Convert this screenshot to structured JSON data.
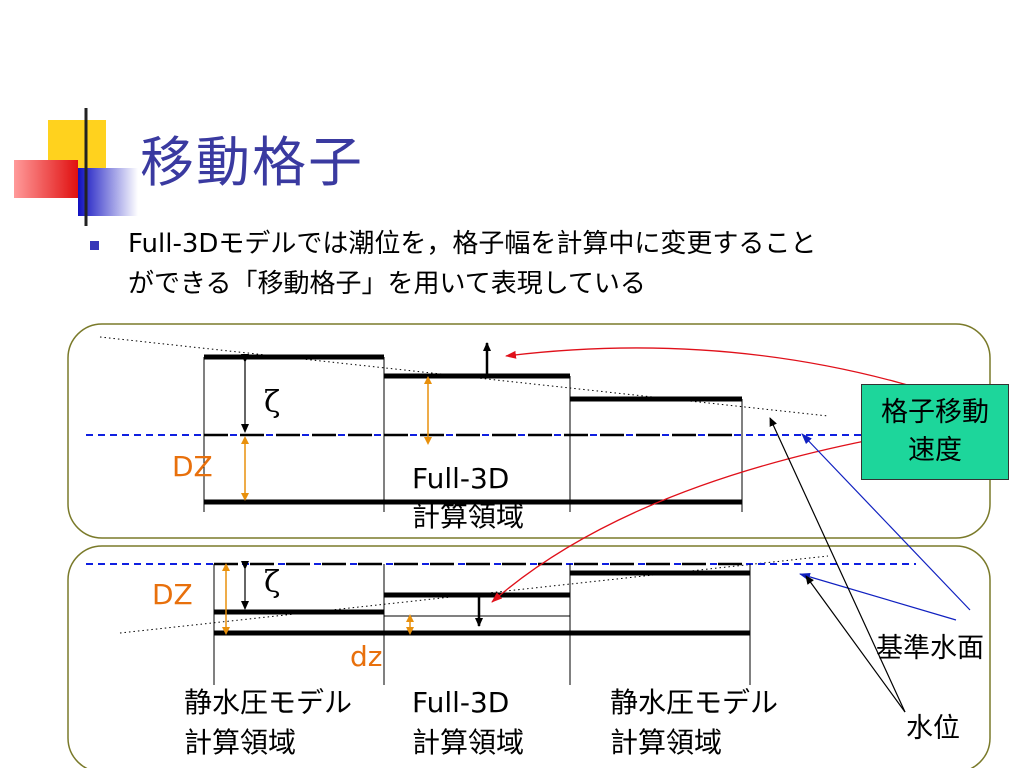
{
  "slide": {
    "title": "移動格子",
    "bullet_line1": "Full-3Dモデルでは潮位を，格子幅を計算中に変更すること",
    "bullet_line2": "ができる「移動格子」を用いて表現している"
  },
  "diagram": {
    "top_panel": {
      "zeta": "ζ",
      "dz_label": "DZ",
      "region_line1": "Full-3D",
      "region_line2": "計算領域"
    },
    "bottom_panel": {
      "zeta": "ζ",
      "dz_label": "DZ",
      "small_dz_label": "dz",
      "left_region_line1": "静水圧モデル",
      "left_region_line2": "計算領域",
      "mid_region_line1": "Full-3D",
      "mid_region_line2": "計算領域",
      "right_region_line1": "静水圧モデル",
      "right_region_line2": "計算領域"
    },
    "callout_line1": "格子移動",
    "callout_line2": "速度",
    "reference_surface_label": "基準水面",
    "water_level_label": "水位",
    "colors": {
      "title": "#3a3aa0",
      "orange": "#e8700c",
      "callout_bg": "#1dd69b",
      "panel_border": "#7a7a2a",
      "red_arrow": "#e0101a",
      "blue_dash": "#1020e0"
    }
  }
}
